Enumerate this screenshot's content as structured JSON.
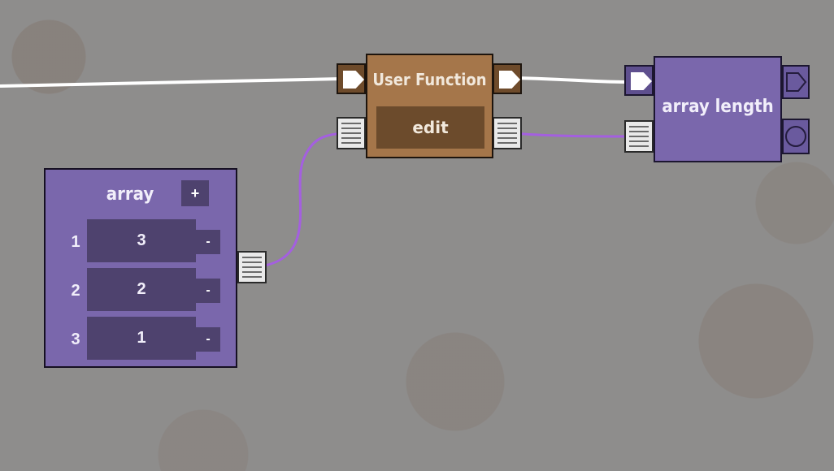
{
  "canvas": {
    "background": "#8e8d8c",
    "wires": [
      {
        "kind": "exec",
        "color": "#ffffff"
      },
      {
        "kind": "exec",
        "color": "#ffffff"
      },
      {
        "kind": "data",
        "color": "#a45fe0"
      },
      {
        "kind": "data",
        "color": "#a45fe0"
      }
    ]
  },
  "user_function": {
    "title": "User Function",
    "edit_label": "edit",
    "color": "#a5764a",
    "icons": {
      "exec_in": "play-arrow-icon",
      "exec_out": "play-arrow-icon",
      "data_in": "list-lines-icon",
      "data_out": "list-lines-icon"
    }
  },
  "array_length": {
    "title": "array length",
    "color": "#7a67ac",
    "icons": {
      "exec_in": "play-arrow-icon",
      "data_in": "list-lines-icon",
      "exec_out": "triangle-outline-icon",
      "data_out": "circle-outline-icon"
    }
  },
  "array": {
    "title": "array",
    "add_label": "+",
    "remove_label": "-",
    "items": [
      {
        "index": "1",
        "value": "3"
      },
      {
        "index": "2",
        "value": "2"
      },
      {
        "index": "3",
        "value": "1"
      }
    ],
    "icons": {
      "data_out": "list-lines-icon"
    }
  }
}
